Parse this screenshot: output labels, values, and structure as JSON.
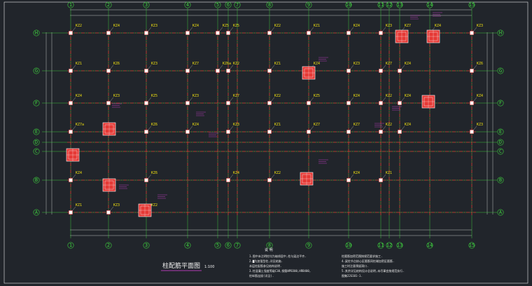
{
  "drawing": {
    "title": "柱配筋平面图",
    "scale": "1:100",
    "notes_title": "说 明",
    "notes_left": [
      "1.图中未注明柱均为轴线居中,柱与梁边平齐.",
      "2.▇为加强型柱,详见结施.",
      "   本层柱配筋参见结构说明.",
      "3.柱混凝土强度等级C30,钢筋HPB300,HRB400,",
      "   柱纵筋连接(详见)."
    ],
    "notes_right": [
      "柱箍筋加密范围按规范要求施工.",
      "4.梁柱节点核心区箍筋同柱端加密区箍筋.",
      "   施工时注意预留洞口.",
      "5.其余详见结构设计总说明,未尽事宜按规范执行.",
      "   图集22G101-1."
    ]
  },
  "axes": {
    "columns": [
      "1",
      "2",
      "3",
      "4",
      "5",
      "6",
      "7",
      "8",
      "9",
      "10",
      "11",
      "12",
      "13",
      "14",
      "15"
    ],
    "rows_right": [
      "H",
      "G",
      "F",
      "E",
      "D",
      "C",
      "B",
      "A"
    ],
    "rows_left": [
      "H",
      "G",
      "F",
      "E",
      "D",
      "C",
      "B",
      "A"
    ]
  },
  "columns": [
    {
      "label": "KZ2"
    },
    {
      "label": "KZ4"
    },
    {
      "label": "KZ3"
    },
    {
      "label": "KZ4"
    },
    {
      "label": "KZ5"
    },
    {
      "label": "KZ5"
    },
    {
      "label": "KZ2"
    },
    {
      "label": "KZ1"
    },
    {
      "label": "KZ4"
    },
    {
      "label": "KZ3"
    },
    {
      "label": "KZ7"
    },
    {
      "label": "KZ4"
    },
    {
      "label": "KZ3"
    },
    {
      "label": "KZ1"
    },
    {
      "label": "KZ6"
    },
    {
      "label": "KZ3"
    },
    {
      "label": "KZ7"
    },
    {
      "label": "KZ6a"
    },
    {
      "label": "KZ2"
    },
    {
      "label": "KZ1"
    },
    {
      "label": "KZ4"
    },
    {
      "label": "KZ3"
    },
    {
      "label": "KZ7"
    },
    {
      "label": "KZ4"
    },
    {
      "label": "KZ6"
    },
    {
      "label": "KZ4"
    },
    {
      "label": "KZ3"
    },
    {
      "label": "KZ5"
    },
    {
      "label": "KZ3"
    },
    {
      "label": "KZ7"
    },
    {
      "label": "KZ2"
    },
    {
      "label": "KZ5"
    },
    {
      "label": "KZ4"
    },
    {
      "label": "KZ2"
    },
    {
      "label": "KZ4"
    },
    {
      "label": "KZ4"
    },
    {
      "label": "KZ7a"
    },
    {
      "label": "KZ6"
    },
    {
      "label": "KZ4"
    },
    {
      "label": "KZ3"
    },
    {
      "label": "KZ1"
    },
    {
      "label": "KZ7"
    },
    {
      "label": "KZ7"
    },
    {
      "label": "KZ2"
    },
    {
      "label": "KZ4"
    },
    {
      "label": "KZ3"
    },
    {
      "label": "KZ4"
    },
    {
      "label": "KZ6"
    },
    {
      "label": "KZ4"
    },
    {
      "label": "KZ2"
    },
    {
      "label": "KZ4"
    },
    {
      "label": "KZ1"
    },
    {
      "label": "KZ1"
    },
    {
      "label": "KZ3"
    },
    {
      "label": "KZ2"
    }
  ],
  "colors": {
    "background": "#21252b",
    "axis_green": "#3fd43f",
    "grid_red": "#d23030",
    "column_yellow": "#f0e010",
    "callout_magenta": "#e040e0",
    "highlight_box": "#e53935",
    "dimension_white": "#e8e8e8"
  }
}
